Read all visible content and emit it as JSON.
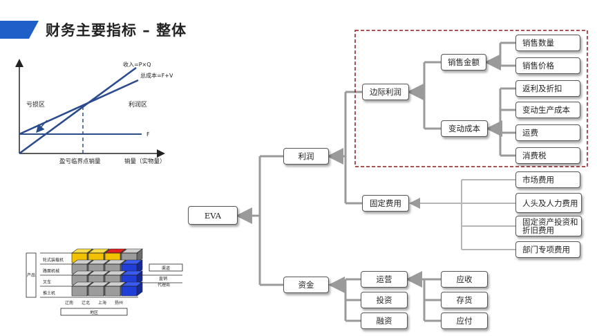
{
  "title": "财务主要指标 – 整体",
  "breakeven": {
    "revenue_label": "收入=P×Q",
    "total_cost_label": "总成本=F+V×Q",
    "loss_label": "亏损区",
    "profit_label": "利润区",
    "fixed_label": "F",
    "breakeven_label": "盈亏临界点销量",
    "xaxis_label": "销量（实物量）"
  },
  "cube": {
    "rows": [
      "轮式装载机",
      "路面机械",
      "叉车",
      "推土机"
    ],
    "side_label": "产品",
    "right_labels": [
      "渠道",
      "直销",
      "代理商"
    ],
    "bottom_labels": [
      "辽南",
      "辽北",
      "上海",
      "扬州"
    ],
    "bottom_caption": "地区"
  },
  "tree": {
    "eva": "EVA",
    "profit": "利润",
    "capital": "资金",
    "margin_profit": "边际利润",
    "fixed_cost": "固定费用",
    "sales_amount": "销售金额",
    "variable_cost": "变动成本",
    "sales_qty": "销售数量",
    "sales_price": "销售价格",
    "rebate": "返利及折扣",
    "var_prod_cost": "变动生产成本",
    "freight": "运费",
    "consumption_tax": "消费税",
    "market_fee": "市场费用",
    "personnel": "人头及人力费用",
    "fixed_asset": "固定资产投资和折旧费用",
    "dept_fee": "部门专项费用",
    "operation": "运营",
    "investment": "投资",
    "financing": "融资",
    "receivable": "应收",
    "inventory": "存货",
    "payable": "应付"
  }
}
